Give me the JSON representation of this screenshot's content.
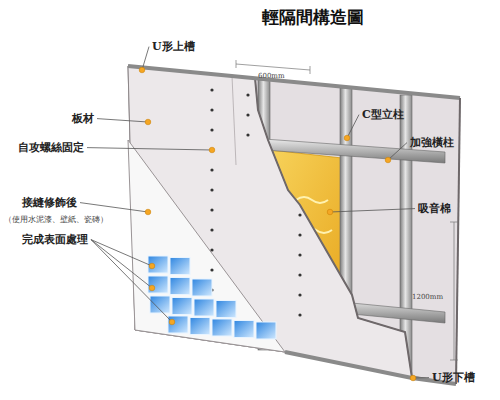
{
  "diagram": {
    "title": "輕隔間構造圖",
    "labels": [
      "U形上槽",
      "板材",
      "自攻螺絲固定",
      "接縫修飾後",
      "（使用水泥漆、壁紙、瓷磚）",
      "完成表面處理",
      "C型立柱",
      "加強橫柱",
      "吸音棉",
      "U形下槽",
      "600mm",
      "1200mm"
    ]
  }
}
